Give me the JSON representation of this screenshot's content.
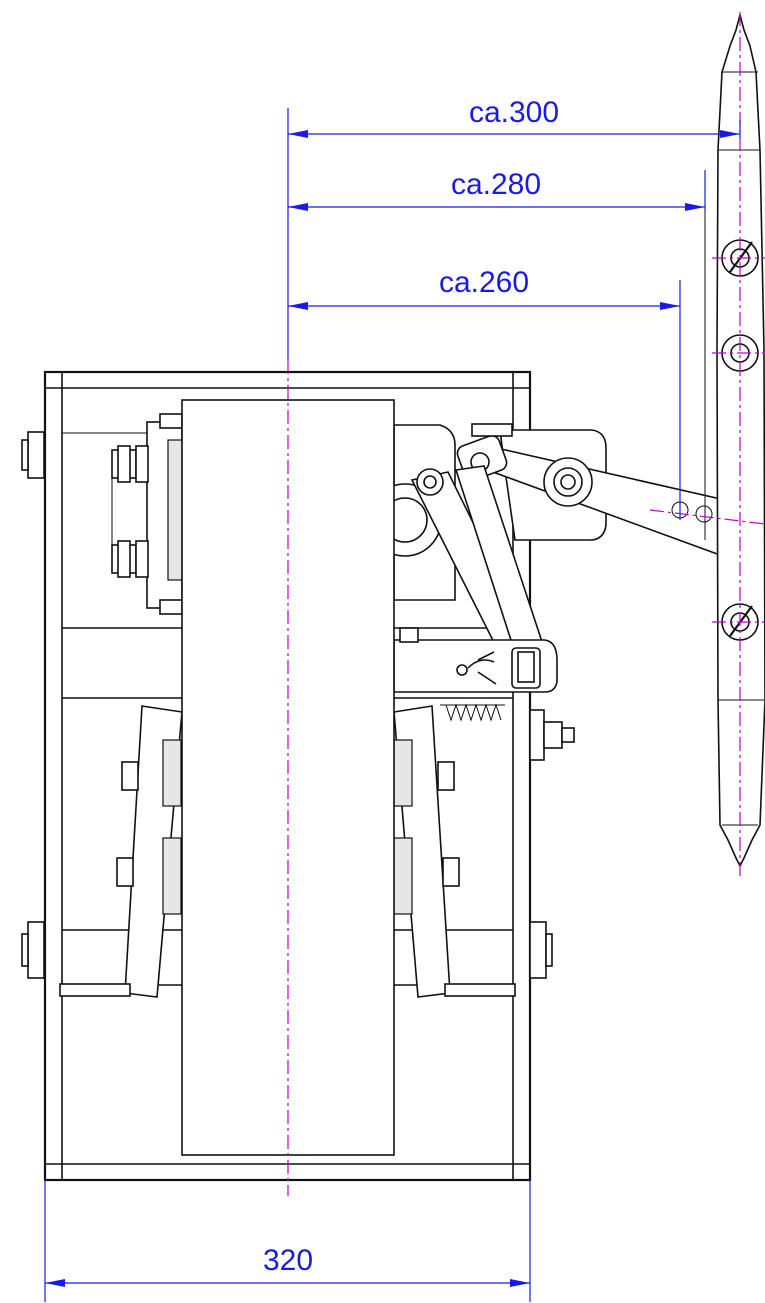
{
  "dimensions": {
    "reach_300": "ca.300",
    "reach_280": "ca.280",
    "reach_260": "ca.260",
    "frame_width": "320"
  },
  "colors": {
    "dimension": "#1a1ae6",
    "centerline": "#c000c0",
    "outline": "#111111"
  }
}
